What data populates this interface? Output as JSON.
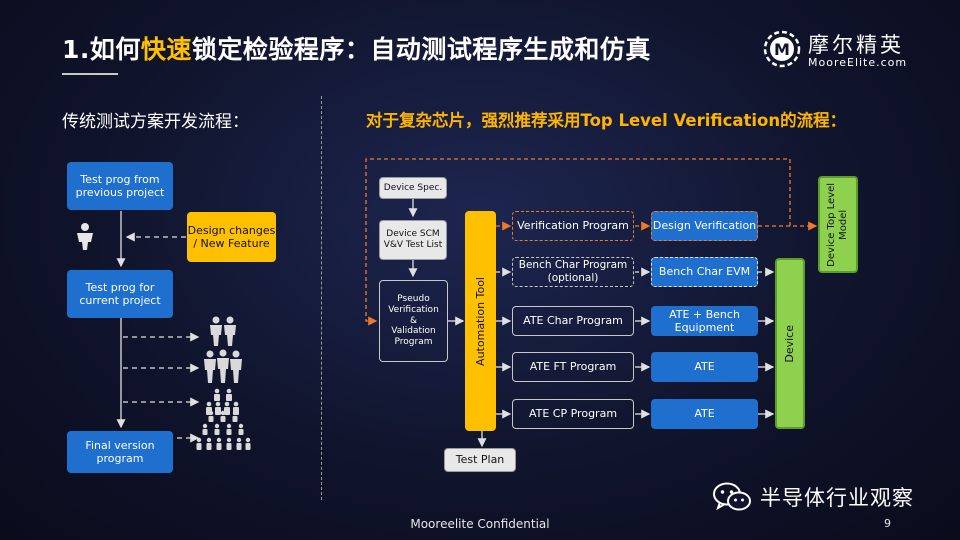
{
  "slide": {
    "title_prefix": "1.如何",
    "title_highlight": "快速",
    "title_suffix": "锁定检验程序：自动测试程序生成和仿真",
    "left_subtitle": "传统测试方案开发流程：",
    "right_subtitle": "对于复杂芯片，强烈推荐采用Top Level Verification的流程：",
    "footer": "Mooreelite Confidential",
    "page_number": "9"
  },
  "logo": {
    "mark": "M",
    "name_cn": "摩尔精英",
    "name_en": "MooreElite.com"
  },
  "watermark": {
    "text": "半导体行业观察",
    "icon": "wechat-icon"
  },
  "left_flow": {
    "prev_project": "Test prog from\nprevious project",
    "design_changes": "Design changes\n/ New Feature",
    "current_project": "Test prog for\ncurrent project",
    "final_version": "Final version\nprogram",
    "people_icons": [
      "person-icon",
      "two-people-icon",
      "three-people-icon",
      "group-icon",
      "crowd-icon"
    ]
  },
  "right_flow": {
    "device_spec": "Device Spec.",
    "device_scm": "Device SCM\nV&V Test List",
    "pseudo": "Pseudo\nVerification\n&\nValidation\nProgram",
    "automation_tool": "Automation Tool",
    "test_plan": "Test Plan",
    "programs": [
      "Verification Program",
      "Bench Char Program\n(optional)",
      "ATE Char Program",
      "ATE FT Program",
      "ATE CP Program"
    ],
    "targets": [
      "Design Verification",
      "Bench Char EVM",
      "ATE + Bench\nEquipment",
      "ATE",
      "ATE"
    ],
    "device": "Device",
    "top_level_model": "Device Top Level\nModel"
  },
  "colors": {
    "accent": "#ffc000",
    "blue": "#1f6fcf",
    "green": "#8ed14f",
    "orange_dash": "#f07a2a"
  }
}
